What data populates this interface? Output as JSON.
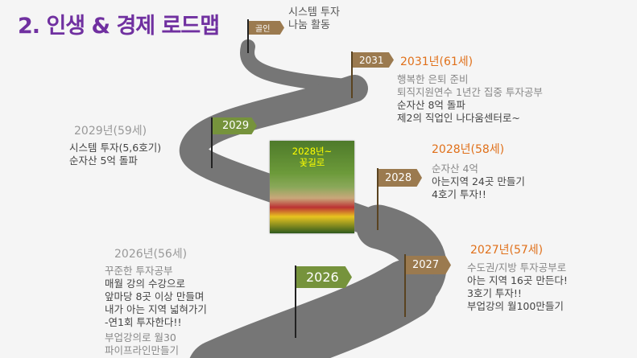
{
  "title": "2. 인생 & 경제 로드맵",
  "flags": {
    "goal": "골인",
    "y2031": "2031",
    "y2029": "2029",
    "y2028": "2028",
    "y2026": "2026",
    "y2027": "2027"
  },
  "goal": {
    "lines": [
      "시스템 투자",
      "나눔 활동"
    ]
  },
  "m2031": {
    "heading": "2031년(61세)",
    "lines": [
      "행복한 은퇴 준비",
      "퇴직지원연수 1년간 집중 투자공부",
      "순자산 8억 돌파",
      "제2의 직업인 나다움센터로~"
    ]
  },
  "m2029": {
    "heading": "2029년(59세)",
    "lines": [
      "시스템 투자(5,6호기)",
      "순자산 5억 돌파"
    ]
  },
  "m2028": {
    "heading": "2028년(58세)",
    "lines": [
      "순자산 4억",
      "아는지역 24곳 만들기",
      "4호기 투자!!"
    ]
  },
  "photo": {
    "caption1": "2028년~",
    "caption2": "꽃길로"
  },
  "m2027": {
    "heading": "2027년(57세)",
    "lines": [
      "수도권/지방 투자공부로",
      "아는 지역 16곳 만든다!",
      "3호기 투자!!",
      "부업강의 월100만들기"
    ]
  },
  "m2026": {
    "heading": "2026년(56세)",
    "lines": [
      "꾸준한 투자공부",
      "매월 강의 수강으로",
      "앞마당 8곳 이상 만들며",
      "내가 아는 지역 넓혀가기",
      "-연1회 투자한다!!",
      "부업강의로 월30",
      "파이프라인만들기"
    ]
  }
}
